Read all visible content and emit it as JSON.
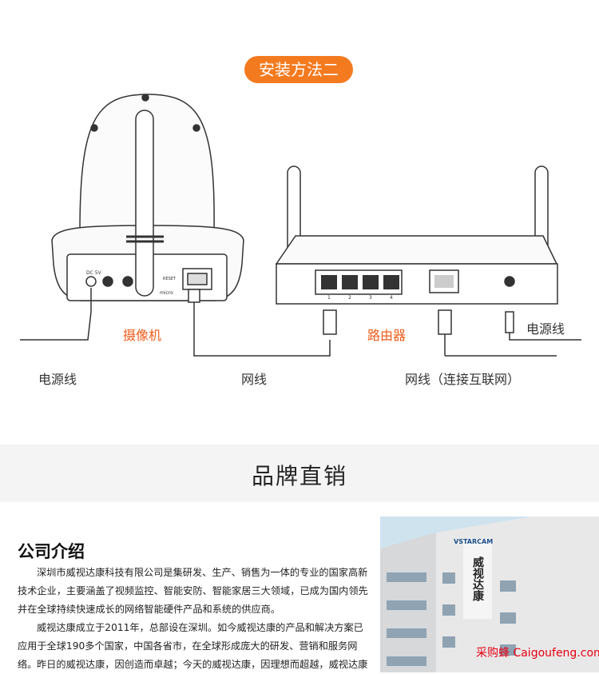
{
  "install": {
    "title": "安装方法二",
    "camera_label": "摄像机",
    "router_label": "路由器",
    "power_cable_left": "电源线",
    "power_cable_right": "电源线",
    "network_cable": "网线",
    "internet_cable": "网线（连接互联网）",
    "camera_panel": {
      "dc": "DC 5V",
      "reset": "RESET",
      "micro": "micro"
    },
    "router_ports": [
      "1",
      "2",
      "3",
      "4"
    ]
  },
  "brand": {
    "title": "品牌直销"
  },
  "company": {
    "title": "公司介绍",
    "paragraphs": [
      "深圳市威视达康科技有限公司是集研发、生产、销售为一体的专业的国家高新技术企业，主要涵盖了视频监控、智能安防、智能家居三大领域，已成为国内领先并在全球持续快速成长的网络智能硬件产品和系统的供应商。",
      "威视达康成立于2011年，总部设在深圳。如今威视达康的产品和解决方案已应用于全球190多个国家，中国各省市，在全球形成庞大的研发、营销和服务网络。",
      "昨日的威视达康，因创造而卓越；今天的威视达康，因理想而超越，威视达康"
    ],
    "building_sign": {
      "brand": "VSTARCAM",
      "name": "威视达康"
    }
  },
  "watermark": "采购蜂 Caigoufeng.com"
}
